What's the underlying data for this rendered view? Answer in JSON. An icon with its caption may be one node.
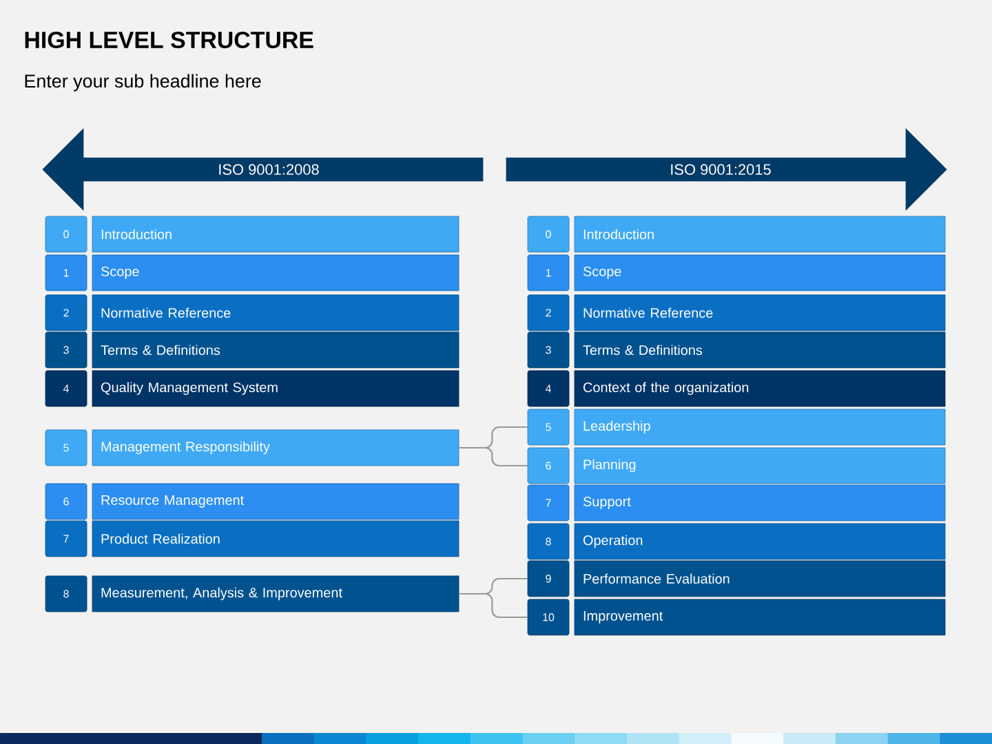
{
  "diagram": {
    "title": "HIGH LEVEL STRUCTURE",
    "nodes": [
      {
        "text": [
          "ISO 9001:2008"
        ]
      },
      {
        "text": [
          "ISO 9001:2015"
        ]
      },
      {
        "text": [
          "0"
        ]
      },
      {
        "text": [
          "Introduction"
        ]
      },
      {
        "text": [
          "1"
        ]
      },
      {
        "text": [
          "Scope"
        ]
      },
      {
        "text": [
          "2"
        ]
      },
      {
        "text": [
          "Normative Reference"
        ]
      },
      {
        "text": [
          "3"
        ]
      },
      {
        "text": [
          "Terms & Definitions"
        ]
      },
      {
        "text": [
          "4"
        ]
      },
      {
        "text": [
          "Quality Management System"
        ]
      },
      {
        "text": [
          "5"
        ]
      },
      {
        "text": [
          "Management Responsibility"
        ]
      },
      {
        "text": [
          "6"
        ]
      },
      {
        "text": [
          "Resource Management"
        ]
      },
      {
        "text": [
          "7"
        ]
      },
      {
        "text": [
          "Product Realization"
        ]
      },
      {
        "text": [
          "8"
        ]
      },
      {
        "text": [
          "Measurement, Analysis & Improvement"
        ]
      },
      {
        "text": [
          "0"
        ]
      },
      {
        "text": [
          "Introduction"
        ]
      },
      {
        "text": [
          "1"
        ]
      },
      {
        "text": [
          "Scope"
        ]
      },
      {
        "text": [
          "2"
        ]
      },
      {
        "text": [
          "Normative Reference"
        ]
      },
      {
        "text": [
          "3"
        ]
      },
      {
        "text": [
          "Terms & Definitions"
        ]
      },
      {
        "text": [
          "4"
        ]
      },
      {
        "text": [
          "Context of the organization"
        ]
      },
      {
        "text": [
          "5"
        ]
      },
      {
        "text": [
          "Leadership"
        ]
      },
      {
        "text": [
          "6"
        ]
      },
      {
        "text": [
          "Planning"
        ]
      },
      {
        "text": [
          "7"
        ]
      },
      {
        "text": [
          "Support"
        ]
      },
      {
        "text": [
          "8"
        ]
      },
      {
        "text": [
          "Operation"
        ]
      },
      {
        "text": [
          "9"
        ]
      },
      {
        "text": [
          "Performance Evaluation"
        ]
      },
      {
        "text": [
          "10"
        ]
      },
      {
        "text": [
          "Improvement"
        ]
      }
    ],
    "edges": [
      {
        "from": 13,
        "to": 30,
        "arrow": "none"
      },
      {
        "from": 13,
        "to": 32,
        "arrow": "none"
      },
      {
        "from": 19,
        "to": 38,
        "arrow": "none"
      },
      {
        "from": 19,
        "to": 40,
        "arrow": "none"
      }
    ],
    "labels": [
      "Enter your sub headline here"
    ]
  }
}
